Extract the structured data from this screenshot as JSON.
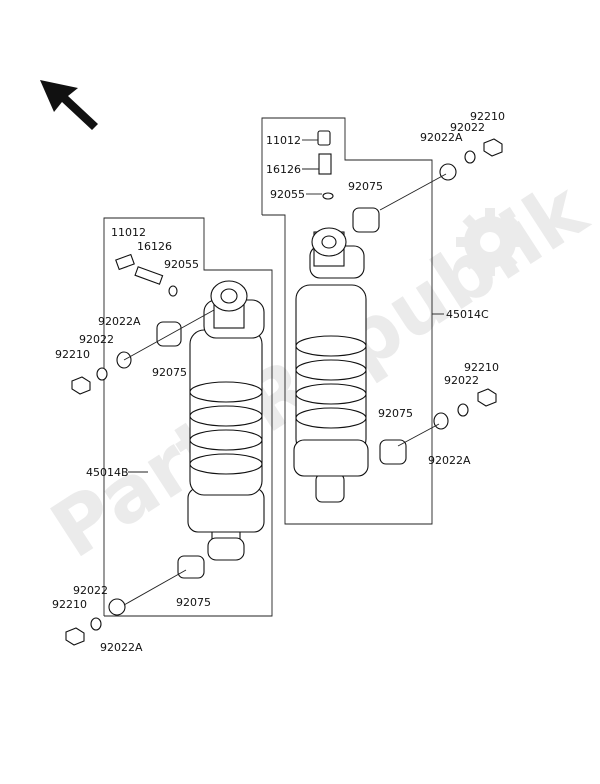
{
  "watermark": {
    "text": "PartsRepublik"
  },
  "labels": {
    "l_11012": "11012",
    "l_16126": "16126",
    "l_92055": "92055",
    "l_92022A": "92022A",
    "l_92022": "92022",
    "l_92210": "92210",
    "l_92075": "92075",
    "l_45014B": "45014B",
    "l_92022_b": "92022",
    "l_92210_b": "92210",
    "l_92075_b": "92075",
    "l_92022A_b": "92022A",
    "r_11012": "11012",
    "r_16126": "16126",
    "r_92055": "92055",
    "r_92075": "92075",
    "r_92210": "92210",
    "r_92022": "92022",
    "r_92022A": "92022A",
    "r_45014C": "45014C",
    "r_92210_b": "92210",
    "r_92022_b": "92022",
    "r_92075_b": "92075",
    "r_92022A_b": "92022A"
  },
  "icons": {
    "direction": "front-arrow-icon",
    "brand": "gear-icon"
  }
}
